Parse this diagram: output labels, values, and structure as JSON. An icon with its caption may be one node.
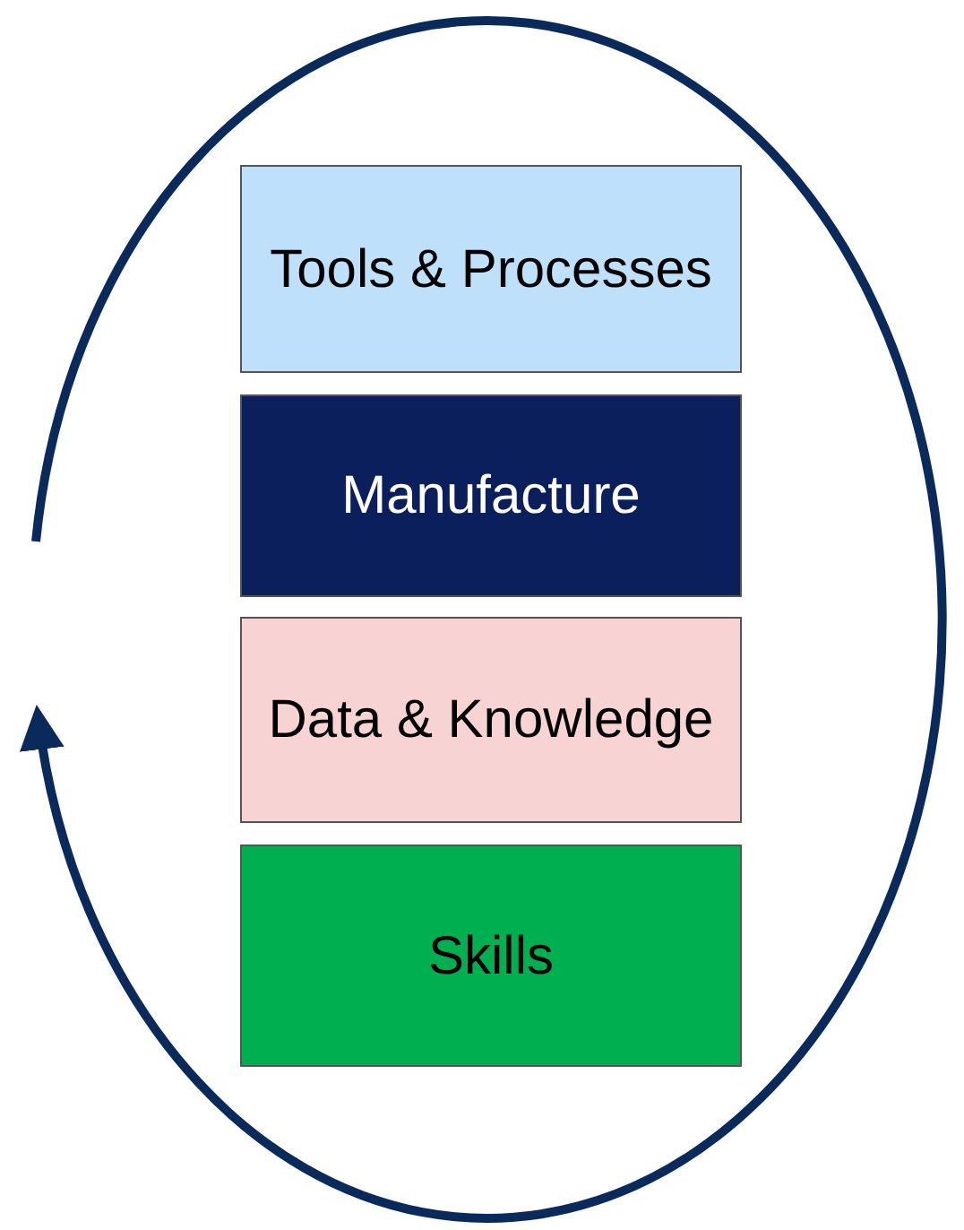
{
  "diagram": {
    "nodes": [
      {
        "text": [
          "Tools & Processes"
        ]
      },
      {
        "text": [
          "Manufacture"
        ]
      },
      {
        "text": [
          "Data & Knowledge"
        ]
      },
      {
        "text": [
          "Skills"
        ]
      }
    ]
  }
}
